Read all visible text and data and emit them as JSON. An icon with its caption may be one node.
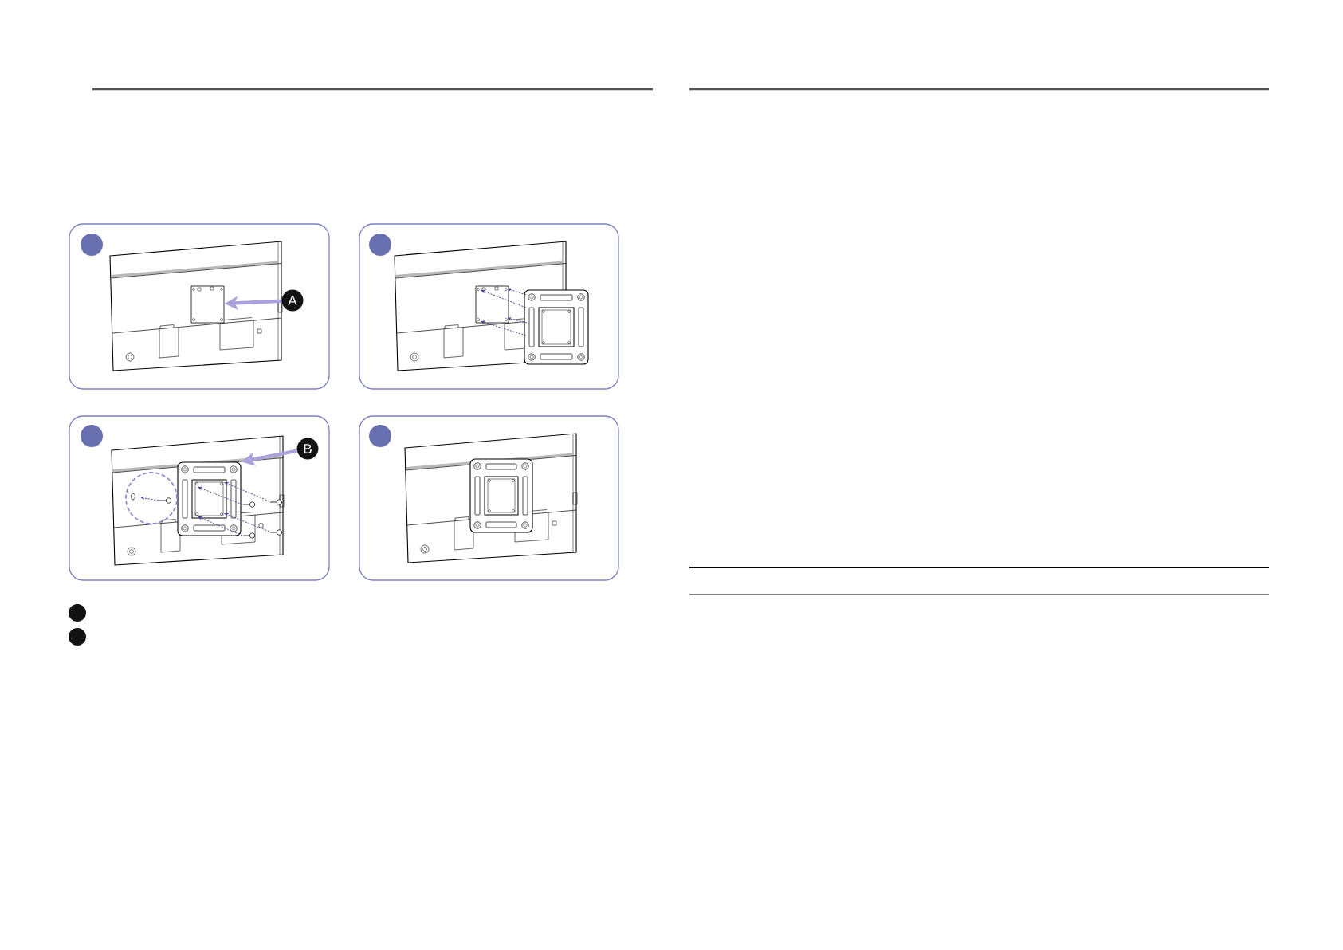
{
  "diagram": {
    "nodes": [
      {
        "text": [],
        "shape": "circle"
      },
      {
        "text": [],
        "shape": "box"
      },
      {
        "text": [
          "A"
        ]
      },
      {
        "text": [],
        "shape": "circle"
      },
      {
        "text": [],
        "shape": "circle"
      },
      {
        "text": [],
        "shape": "box"
      },
      {
        "text": [
          "B"
        ]
      },
      {
        "text": [],
        "shape": "circle"
      },
      {
        "text": [],
        "shape": "circle"
      },
      {
        "text": [],
        "shape": "circle"
      }
    ],
    "edges": [
      {
        "from": 2,
        "to": 1,
        "arrow": "to"
      },
      {
        "from": 6,
        "to": 5,
        "arrow": "to"
      }
    ]
  }
}
